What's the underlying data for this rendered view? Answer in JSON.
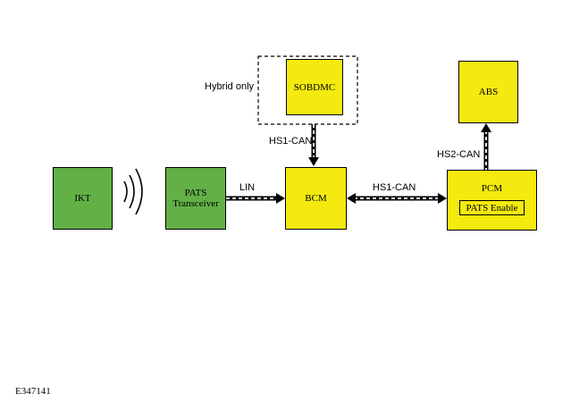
{
  "nodes": {
    "ikt": "IKT",
    "pats_line1": "PATS",
    "pats_line2": "Transceiver",
    "bcm": "BCM",
    "sobdmc": "SOBDMC",
    "pcm": "PCM",
    "pats_enable": "PATS Enable",
    "abs": "ABS"
  },
  "labels": {
    "hybrid_only": "Hybrid only",
    "lin": "LIN",
    "hs1_can_vertical": "HS1-CAN",
    "hs1_can_horizontal": "HS1-CAN",
    "hs2_can": "HS2-CAN"
  },
  "figure_id": "E347141",
  "colors": {
    "green": "#63b047",
    "yellow": "#f4ea0f"
  }
}
